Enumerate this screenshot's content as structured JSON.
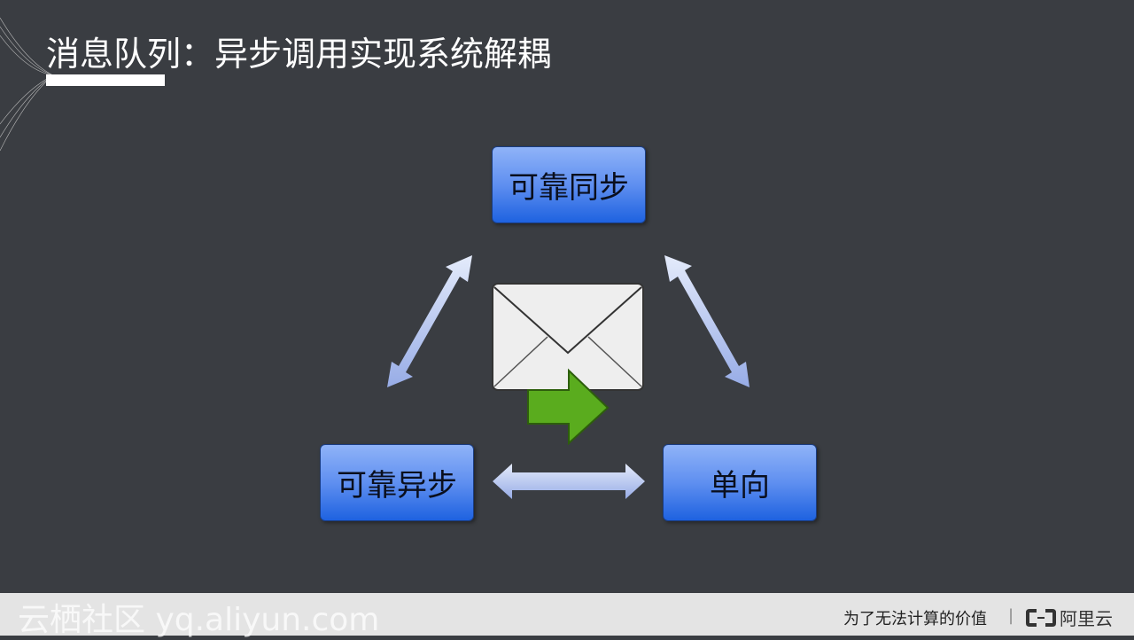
{
  "title": "消息队列：异步调用实现系统解耦",
  "nodes": {
    "top": "可靠同步",
    "left": "可靠异步",
    "right": "单向"
  },
  "icon": "envelope-with-arrow-icon",
  "colors": {
    "background": "#3a3d42",
    "box": "#5f8ff0",
    "arrow": "#c4d2f5"
  },
  "footer": {
    "watermark": "云栖社区 yq.aliyun.com",
    "slogan": "为了无法计算的价值",
    "separator": "|",
    "brand": "阿里云"
  }
}
